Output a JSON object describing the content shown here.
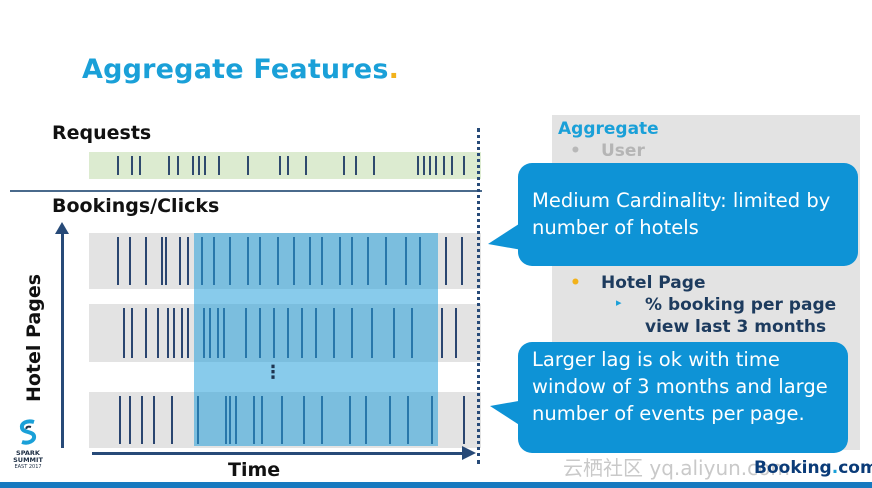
{
  "title": {
    "text": "Aggregate Features",
    "dot": "."
  },
  "requests_label": "Requests",
  "bookings_label": "Bookings/Clicks",
  "axes": {
    "y_label": "Hotel Pages",
    "x_label": "Time"
  },
  "ellipsis": "⋮",
  "right_panel": {
    "heading": "Aggregate",
    "bullet_user": "User",
    "bullet_hotel_page": "Hotel Page",
    "sub_bullet_marker": "▸",
    "sub_bullet_line1": "% booking per page",
    "sub_bullet_line2": "view last 3 months",
    "bullet_marker": "•"
  },
  "callouts": {
    "cardinality": "Medium Cardinality: limited by number of hotels",
    "lag": "Larger lag is ok with time window of 3 months and large number of events per page."
  },
  "spark_logo": {
    "line1": "SPARK",
    "line2": "SUMMIT",
    "line3": "EAST 2017"
  },
  "watermark": "云栖社区 yq.aliyun.com",
  "booking_logo": {
    "text": "Booking",
    "dot": ".",
    "suffix": "com"
  },
  "colors": {
    "title": "#1aa0d8",
    "title_dot": "#f2b21b",
    "callout": "#0e93d6",
    "window": "#26a0da",
    "tick": "#2a4570",
    "request_track": "#dcebd0",
    "track": "#e3e3e3"
  }
}
